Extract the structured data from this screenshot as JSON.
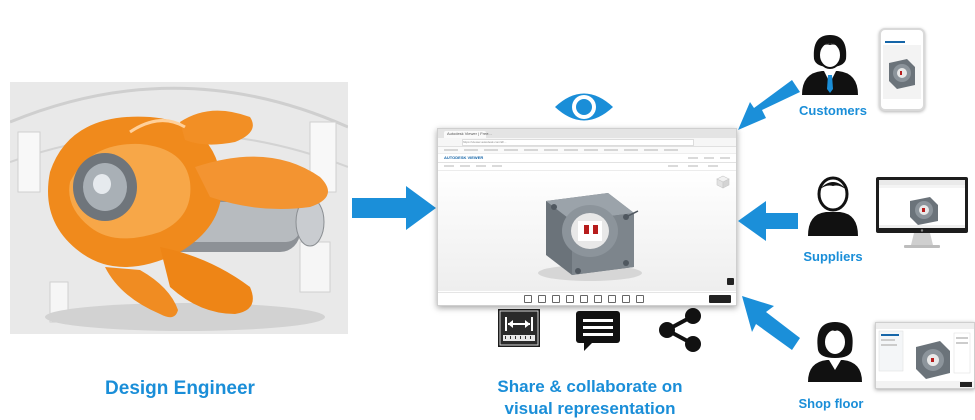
{
  "labels": {
    "designer": "Design Engineer",
    "share_line1": "Share & collaborate on",
    "share_line2": "visual representation"
  },
  "roles": [
    {
      "label": "Customers",
      "icon": "user-female-icon",
      "device": "phone"
    },
    {
      "label": "Suppliers",
      "icon": "user-male-icon",
      "device": "monitor"
    },
    {
      "label": "Shop floor",
      "icon": "user-female-icon",
      "device": "tablet"
    }
  ],
  "browser": {
    "tab_title": "Autodesk Viewer | Free...",
    "url": "https://viewer.autodesk.com/id/...",
    "brand": "AUTODESK VIEWER"
  },
  "feature_icons": [
    "measure-icon",
    "comment-icon",
    "share-icon",
    "eye-icon"
  ],
  "colors": {
    "accent_blue": "#1a8ed8",
    "arrow_blue": "#1b8fd9",
    "render_orange": "#f08a1c",
    "part_gray": "#7d858c"
  }
}
